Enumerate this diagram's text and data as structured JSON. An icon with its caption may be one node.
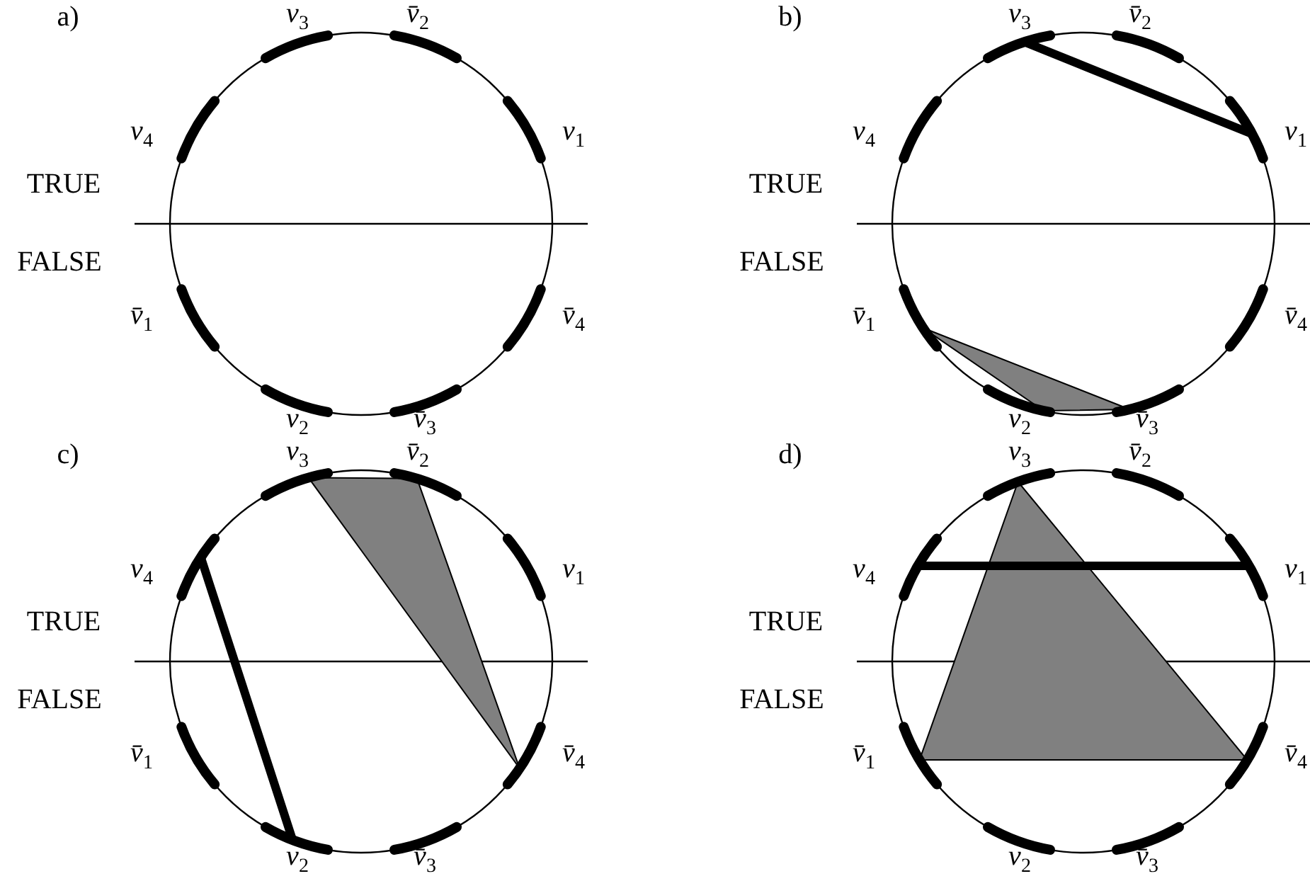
{
  "diagram": {
    "labels": [
      "a)",
      "v$_{3}$",
      "v̄$_{2}$",
      "v$_{4}$",
      "v$_{1}$",
      "TRUE",
      "FALSE",
      "v̄$_{1}$",
      "v̄$_{4}$",
      "v$_{2}$",
      "v̄$_{3}$",
      "b)",
      "v$_{3}$",
      "v̄$_{2}$",
      "v$_{4}$",
      "v$_{1}$",
      "TRUE",
      "FALSE",
      "v̄$_{1}$",
      "v̄$_{4}$",
      "v$_{2}$",
      "v̄$_{3}$",
      "c)",
      "v$_{3}$",
      "v̄$_{2}$",
      "v$_{4}$",
      "v$_{1}$",
      "TRUE",
      "FALSE",
      "v̄$_{1}$",
      "v̄$_{4}$",
      "v$_{2}$",
      "v̄$_{3}$",
      "d)",
      "v$_{3}$",
      "v̄$_{2}$",
      "v$_{4}$",
      "v$_{1}$",
      "TRUE",
      "FALSE",
      "v̄$_{1}$",
      "v̄$_{4}$",
      "v$_{2}$",
      "v̄$_{3}$"
    ]
  }
}
